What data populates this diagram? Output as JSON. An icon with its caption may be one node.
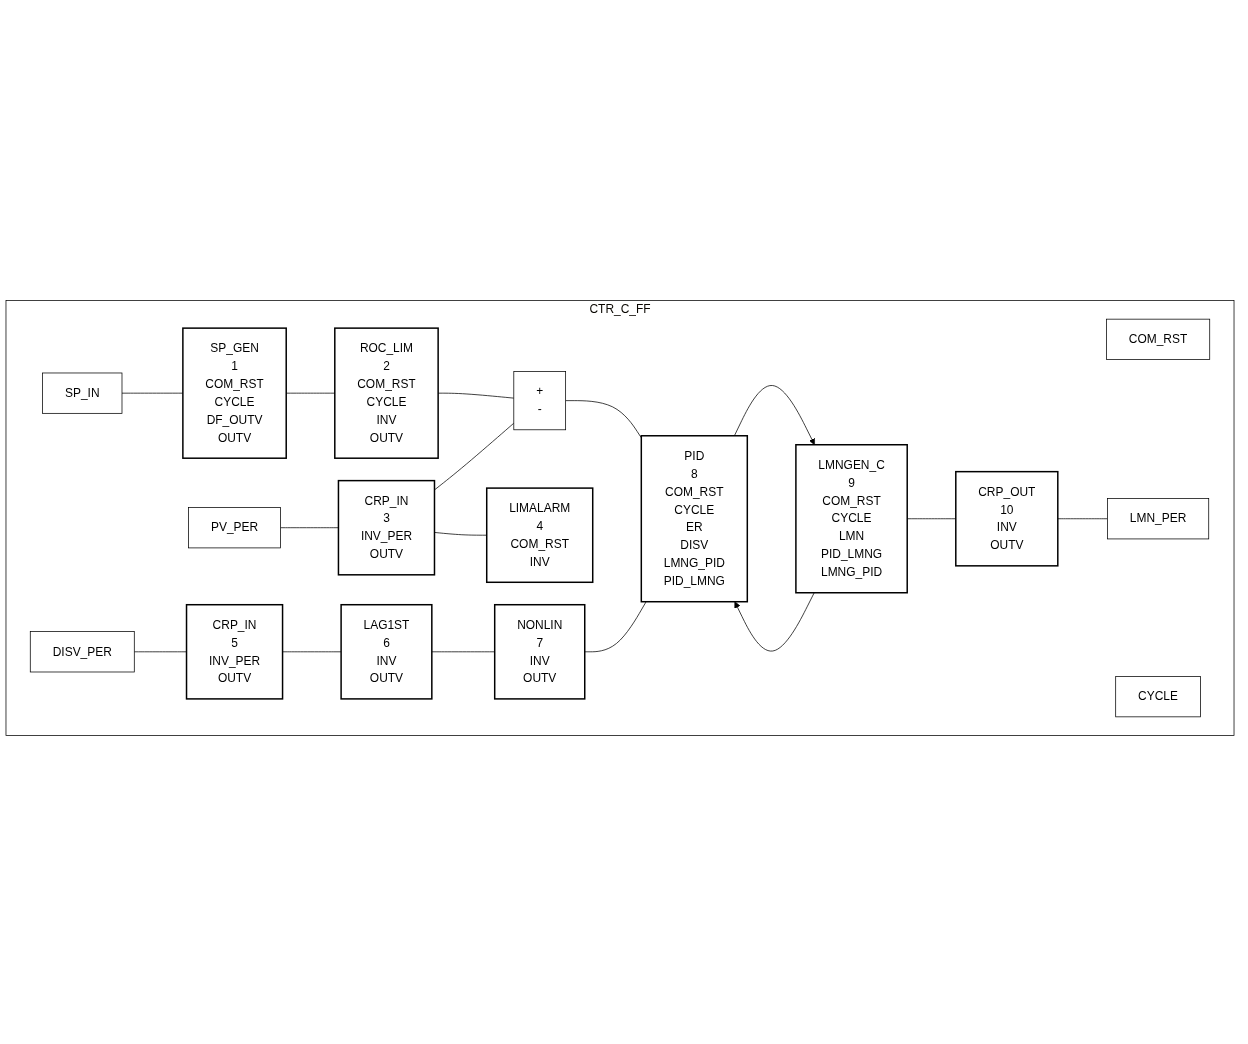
{
  "diagram": {
    "nodes": [
      {
        "text": [
          "CTR_C_FF"
        ]
      },
      {
        "text": [
          "COM_RST"
        ],
        "in": 0
      },
      {
        "text": [
          "CYCLE"
        ],
        "in": 0
      },
      {
        "text": [
          "SP_IN"
        ],
        "in": 0
      },
      {
        "text": [
          "SP_GEN",
          "1",
          "COM_RST",
          "CYCLE",
          "DF_OUTV",
          "OUTV"
        ],
        "in": 0
      },
      {
        "text": [
          "ROC_LIM",
          "2",
          "COM_RST",
          "CYCLE",
          "INV",
          "OUTV"
        ],
        "in": 0
      },
      {
        "text": [
          "PID",
          "8",
          "COM_RST",
          "CYCLE",
          "ER",
          "DISV",
          "LMNG_PID",
          "PID_LMNG"
        ],
        "in": 0
      },
      {
        "text": [
          "LMNGEN_C",
          "9",
          "COM_RST",
          "CYCLE",
          "LMN",
          "PID_LMNG",
          "LMNG_PID"
        ],
        "in": 0
      },
      {
        "text": [
          "CRP_OUT",
          "10",
          "INV",
          "OUTV"
        ],
        "in": 0
      },
      {
        "text": [
          "LMN_PER"
        ],
        "in": 0
      },
      {
        "text": [
          "+",
          "-"
        ],
        "in": 0
      },
      {
        "text": [
          "CRP_IN",
          "3",
          "INV_PER",
          "OUTV"
        ],
        "in": 0
      },
      {
        "text": [
          "LIMALARM",
          "4",
          "COM_RST",
          "INV"
        ],
        "in": 0
      },
      {
        "text": [
          "PV_PER"
        ],
        "in": 0
      },
      {
        "text": [
          "CRP_IN",
          "5",
          "INV_PER",
          "OUTV"
        ],
        "in": 0
      },
      {
        "text": [
          "LAG1ST",
          "6",
          "INV",
          "OUTV"
        ],
        "in": 0
      },
      {
        "text": [
          "NONLIN",
          "7",
          "INV",
          "OUTV"
        ],
        "in": 0
      },
      {
        "text": [
          "DISV_PER"
        ],
        "in": 0
      }
    ],
    "edges": [
      {
        "from": 3,
        "to": 4,
        "arrow": "none"
      },
      {
        "from": 4,
        "to": 5,
        "arrow": "none"
      },
      {
        "from": 5,
        "to": 10,
        "arrow": "none"
      },
      {
        "from": 10,
        "to": 6,
        "arrow": "none"
      },
      {
        "from": 6,
        "to": 7,
        "arrow": "to"
      },
      {
        "from": 7,
        "to": 6,
        "arrow": "to"
      },
      {
        "from": 7,
        "to": 8,
        "arrow": "none"
      },
      {
        "from": 8,
        "to": 9,
        "arrow": "none"
      },
      {
        "from": 13,
        "to": 11,
        "arrow": "none"
      },
      {
        "from": 11,
        "to": 10,
        "arrow": "none"
      },
      {
        "from": 11,
        "to": 12,
        "arrow": "none"
      },
      {
        "from": 17,
        "to": 14,
        "arrow": "none"
      },
      {
        "from": 14,
        "to": 15,
        "arrow": "none"
      },
      {
        "from": 15,
        "to": 16,
        "arrow": "none"
      },
      {
        "from": 16,
        "to": 6,
        "arrow": "none"
      }
    ]
  }
}
